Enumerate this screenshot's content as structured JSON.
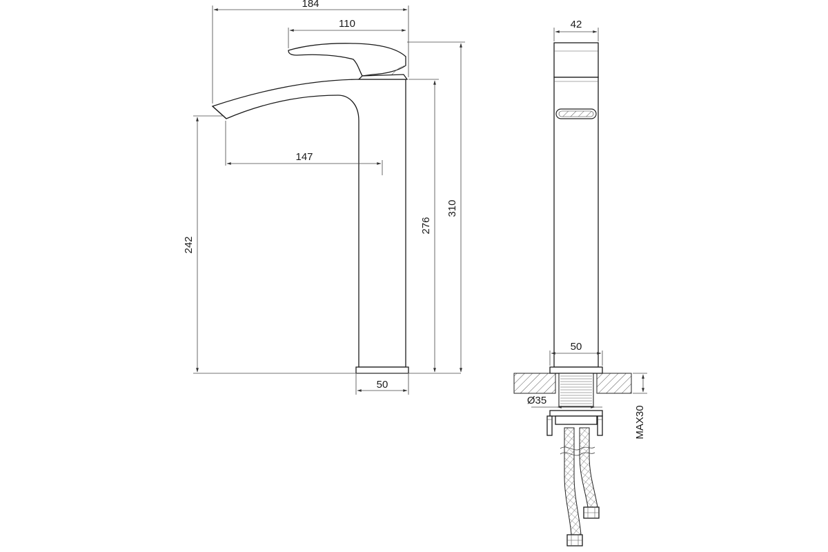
{
  "colors": {
    "line": "#1a1a1a",
    "background": "#ffffff"
  },
  "front_view": {
    "dim_overall_width": "184",
    "dim_handle": "110",
    "dim_spout_reach": "147",
    "dim_spout_height": "242",
    "dim_body_height": "276",
    "dim_overall_height": "310",
    "dim_base_width": "50"
  },
  "side_view": {
    "dim_top_width": "42",
    "dim_base_width": "50",
    "dim_thread_diameter": "Ø35",
    "dim_max_thickness": "MAX30"
  }
}
